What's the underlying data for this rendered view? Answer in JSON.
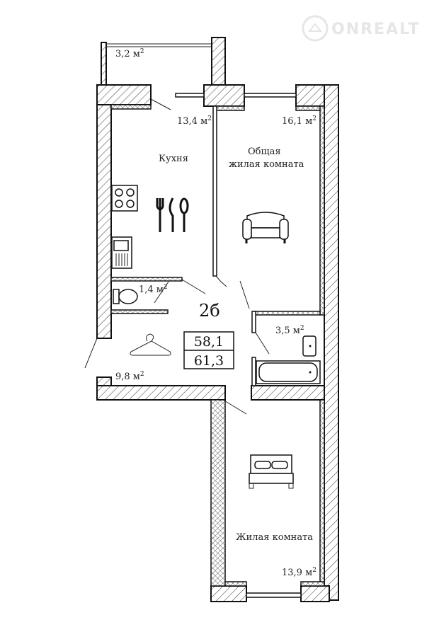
{
  "watermark": "ONREALT",
  "plan": {
    "type_label": "2б",
    "living_area": "58,1",
    "total_area": "61,3"
  },
  "rooms": [
    {
      "name": "",
      "area": "3,2 м",
      "sup": "2"
    },
    {
      "name": "Кухня",
      "area": "13,4 м",
      "sup": "2"
    },
    {
      "name_line1": "Общая",
      "name_line2": "жилая комната",
      "area": "16,1 м",
      "sup": "2"
    },
    {
      "name": "",
      "area": "1,4 м",
      "sup": "2"
    },
    {
      "name": "",
      "area": "3,5 м",
      "sup": "2"
    },
    {
      "name": "",
      "area": "9,8 м",
      "sup": "2"
    },
    {
      "name": "Жилая комната",
      "area": "13,9 м",
      "sup": "2"
    }
  ]
}
